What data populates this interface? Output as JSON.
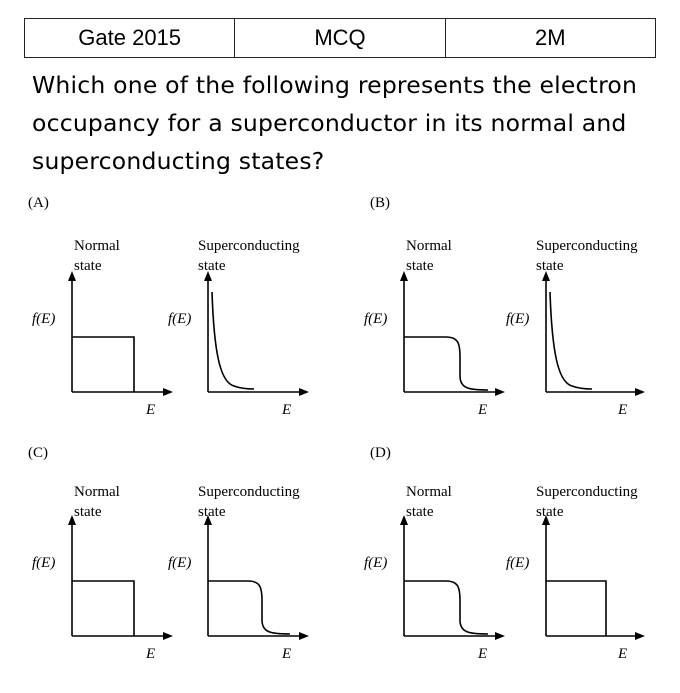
{
  "header": {
    "exam": "Gate 2015",
    "type": "MCQ",
    "marks": "2M"
  },
  "question": {
    "text": "Which one of the following represents the electron occupancy for a superconductor in its normal and superconducting states?"
  },
  "options": [
    {
      "label": "(A)",
      "left": {
        "title_line1": "Normal",
        "title_line2": "state",
        "y_axis": "f(E)",
        "x_axis": "E",
        "curve": "step-sharp"
      },
      "right": {
        "title_line1": "Superconducting",
        "title_line2": "state",
        "y_axis": "f(E)",
        "x_axis": "E",
        "curve": "decay"
      }
    },
    {
      "label": "(B)",
      "left": {
        "title_line1": "Normal",
        "title_line2": "state",
        "y_axis": "f(E)",
        "x_axis": "E",
        "curve": "step-smooth"
      },
      "right": {
        "title_line1": "Superconducting",
        "title_line2": "state",
        "y_axis": "f(E)",
        "x_axis": "E",
        "curve": "decay"
      }
    },
    {
      "label": "(C)",
      "left": {
        "title_line1": "Normal",
        "title_line2": "state",
        "y_axis": "f(E)",
        "x_axis": "E",
        "curve": "step-sharp"
      },
      "right": {
        "title_line1": "Superconducting",
        "title_line2": "state",
        "y_axis": "f(E)",
        "x_axis": "E",
        "curve": "step-smooth"
      }
    },
    {
      "label": "(D)",
      "left": {
        "title_line1": "Normal",
        "title_line2": "state",
        "y_axis": "f(E)",
        "x_axis": "E",
        "curve": "step-smooth"
      },
      "right": {
        "title_line1": "Superconducting",
        "title_line2": "state",
        "y_axis": "f(E)",
        "x_axis": "E",
        "curve": "step-sharp"
      }
    }
  ]
}
